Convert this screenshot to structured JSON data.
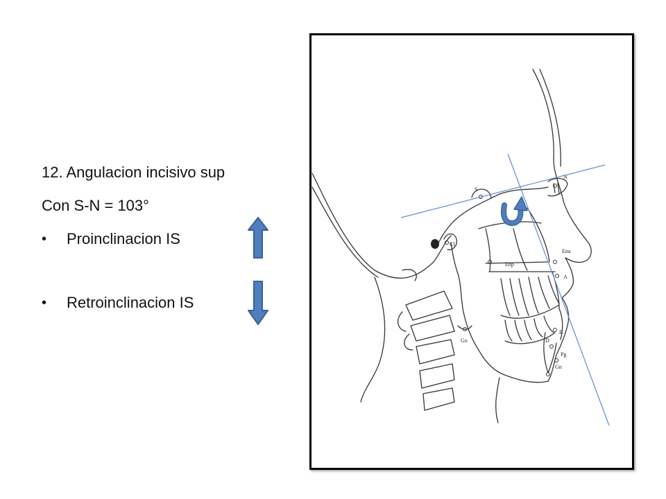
{
  "text": {
    "title": "12. Angulacion incisivo sup",
    "subtitle": "Con S-N = 103°",
    "bullets": [
      {
        "label": "Proinclinacion IS",
        "arrow": "up-arrow-icon"
      },
      {
        "label": "Retroinclinacion IS",
        "arrow": "down-arrow-icon"
      }
    ]
  },
  "diagram": {
    "landmarks": [
      "S",
      "N",
      "Cl",
      "Ena",
      "Enp",
      "A",
      "B",
      "D",
      "Pg",
      "Gn",
      "Go"
    ],
    "colors": {
      "arrow_fill": "#4f7fc0",
      "arrow_stroke": "#3a5f95",
      "reference_line": "#5b8fd0",
      "trace": "#333333",
      "frame": "#000000"
    }
  }
}
